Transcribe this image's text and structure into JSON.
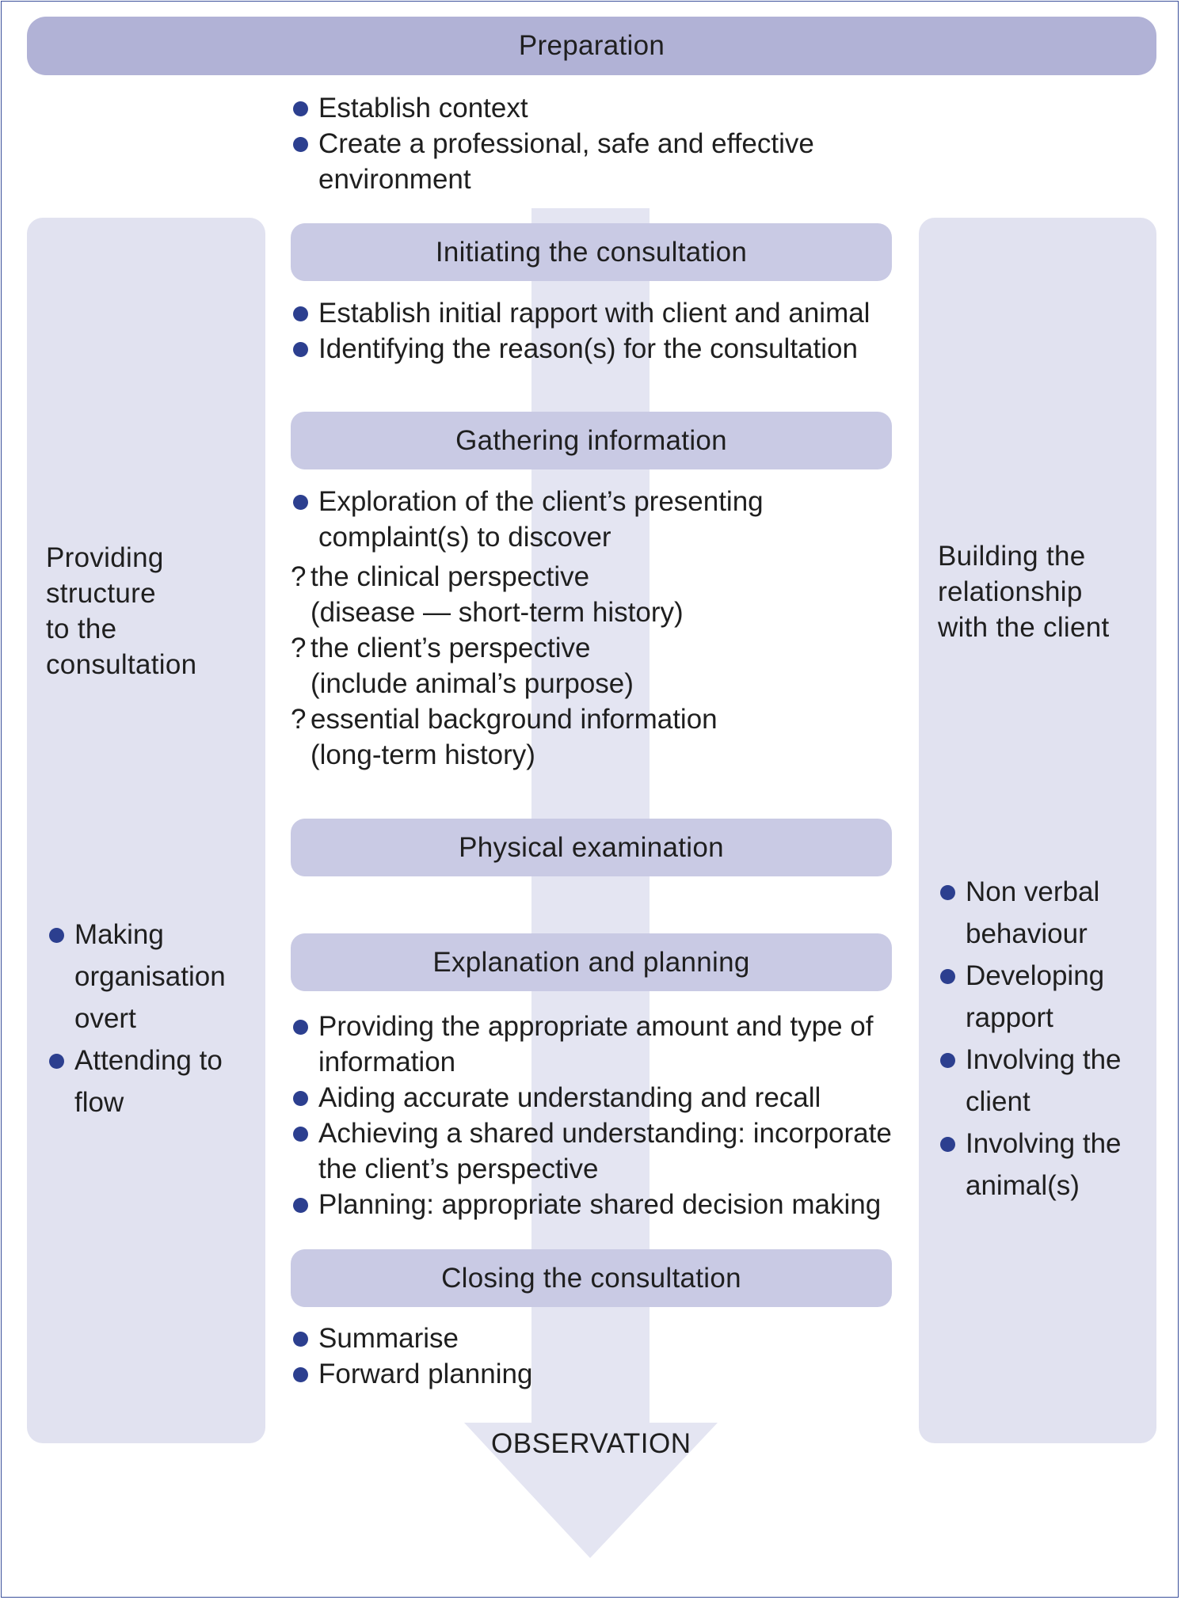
{
  "preparation": {
    "title": "Preparation",
    "items": [
      "Establish context",
      "Create a professional, safe and effective environment"
    ]
  },
  "left_panel": {
    "label": "Providing structure to the consultation",
    "label_lines": [
      "Providing",
      "structure",
      "to the",
      "consultation"
    ],
    "items": [
      {
        "text": "Making organisation overt",
        "lines": [
          "Making",
          "organisation",
          "overt"
        ]
      },
      {
        "text": "Attending to flow",
        "lines": [
          "Attending to",
          "flow"
        ]
      }
    ]
  },
  "right_panel": {
    "label": "Building the relationship with the client",
    "label_lines": [
      "Building the",
      "relationship",
      "with the client"
    ],
    "items": [
      {
        "text": "Non verbal behaviour",
        "lines": [
          "Non verbal",
          "behaviour"
        ]
      },
      {
        "text": "Developing rapport",
        "lines": [
          "Developing",
          "rapport"
        ]
      },
      {
        "text": "Involving the client",
        "lines": [
          "Involving the",
          "client"
        ]
      },
      {
        "text": "Involving the animal(s)",
        "lines": [
          "Involving the",
          "animal(s)"
        ]
      }
    ]
  },
  "sections": [
    {
      "title": "Initiating the consultation",
      "items": [
        "Establish initial rapport with client and animal",
        "Identifying the reason(s) for the consultation"
      ]
    },
    {
      "title": "Gathering information",
      "items": [
        "Exploration of the client’s presenting complaint(s) to discover"
      ],
      "subitems": [
        {
          "marker": "?",
          "lines": [
            "the clinical perspective",
            "(disease — short-term history)"
          ]
        },
        {
          "marker": "?",
          "lines": [
            "the client’s perspective",
            "(include animal’s purpose)"
          ]
        },
        {
          "marker": "?",
          "lines": [
            "essential background information",
            "(long-term history)"
          ]
        }
      ]
    },
    {
      "title": "Physical examination"
    },
    {
      "title": "Explanation and planning",
      "items": [
        "Providing the appropriate amount and type of information",
        "Aiding accurate understanding and recall",
        "Achieving a shared understanding: incorporate the client’s perspective",
        "Planning: appropriate shared decision making"
      ]
    },
    {
      "title": "Closing the consultation",
      "items": [
        "Summarise",
        "Forward planning"
      ]
    }
  ],
  "arrow_label": "OBSERVATION",
  "colors": {
    "header_bar": "#b1b2d6",
    "section_bar": "#c9cae4",
    "panel": "#e1e2f0",
    "arrow": "#e4e5f2",
    "bullet": "#2c3f8f",
    "frame": "#3a4f9b"
  }
}
